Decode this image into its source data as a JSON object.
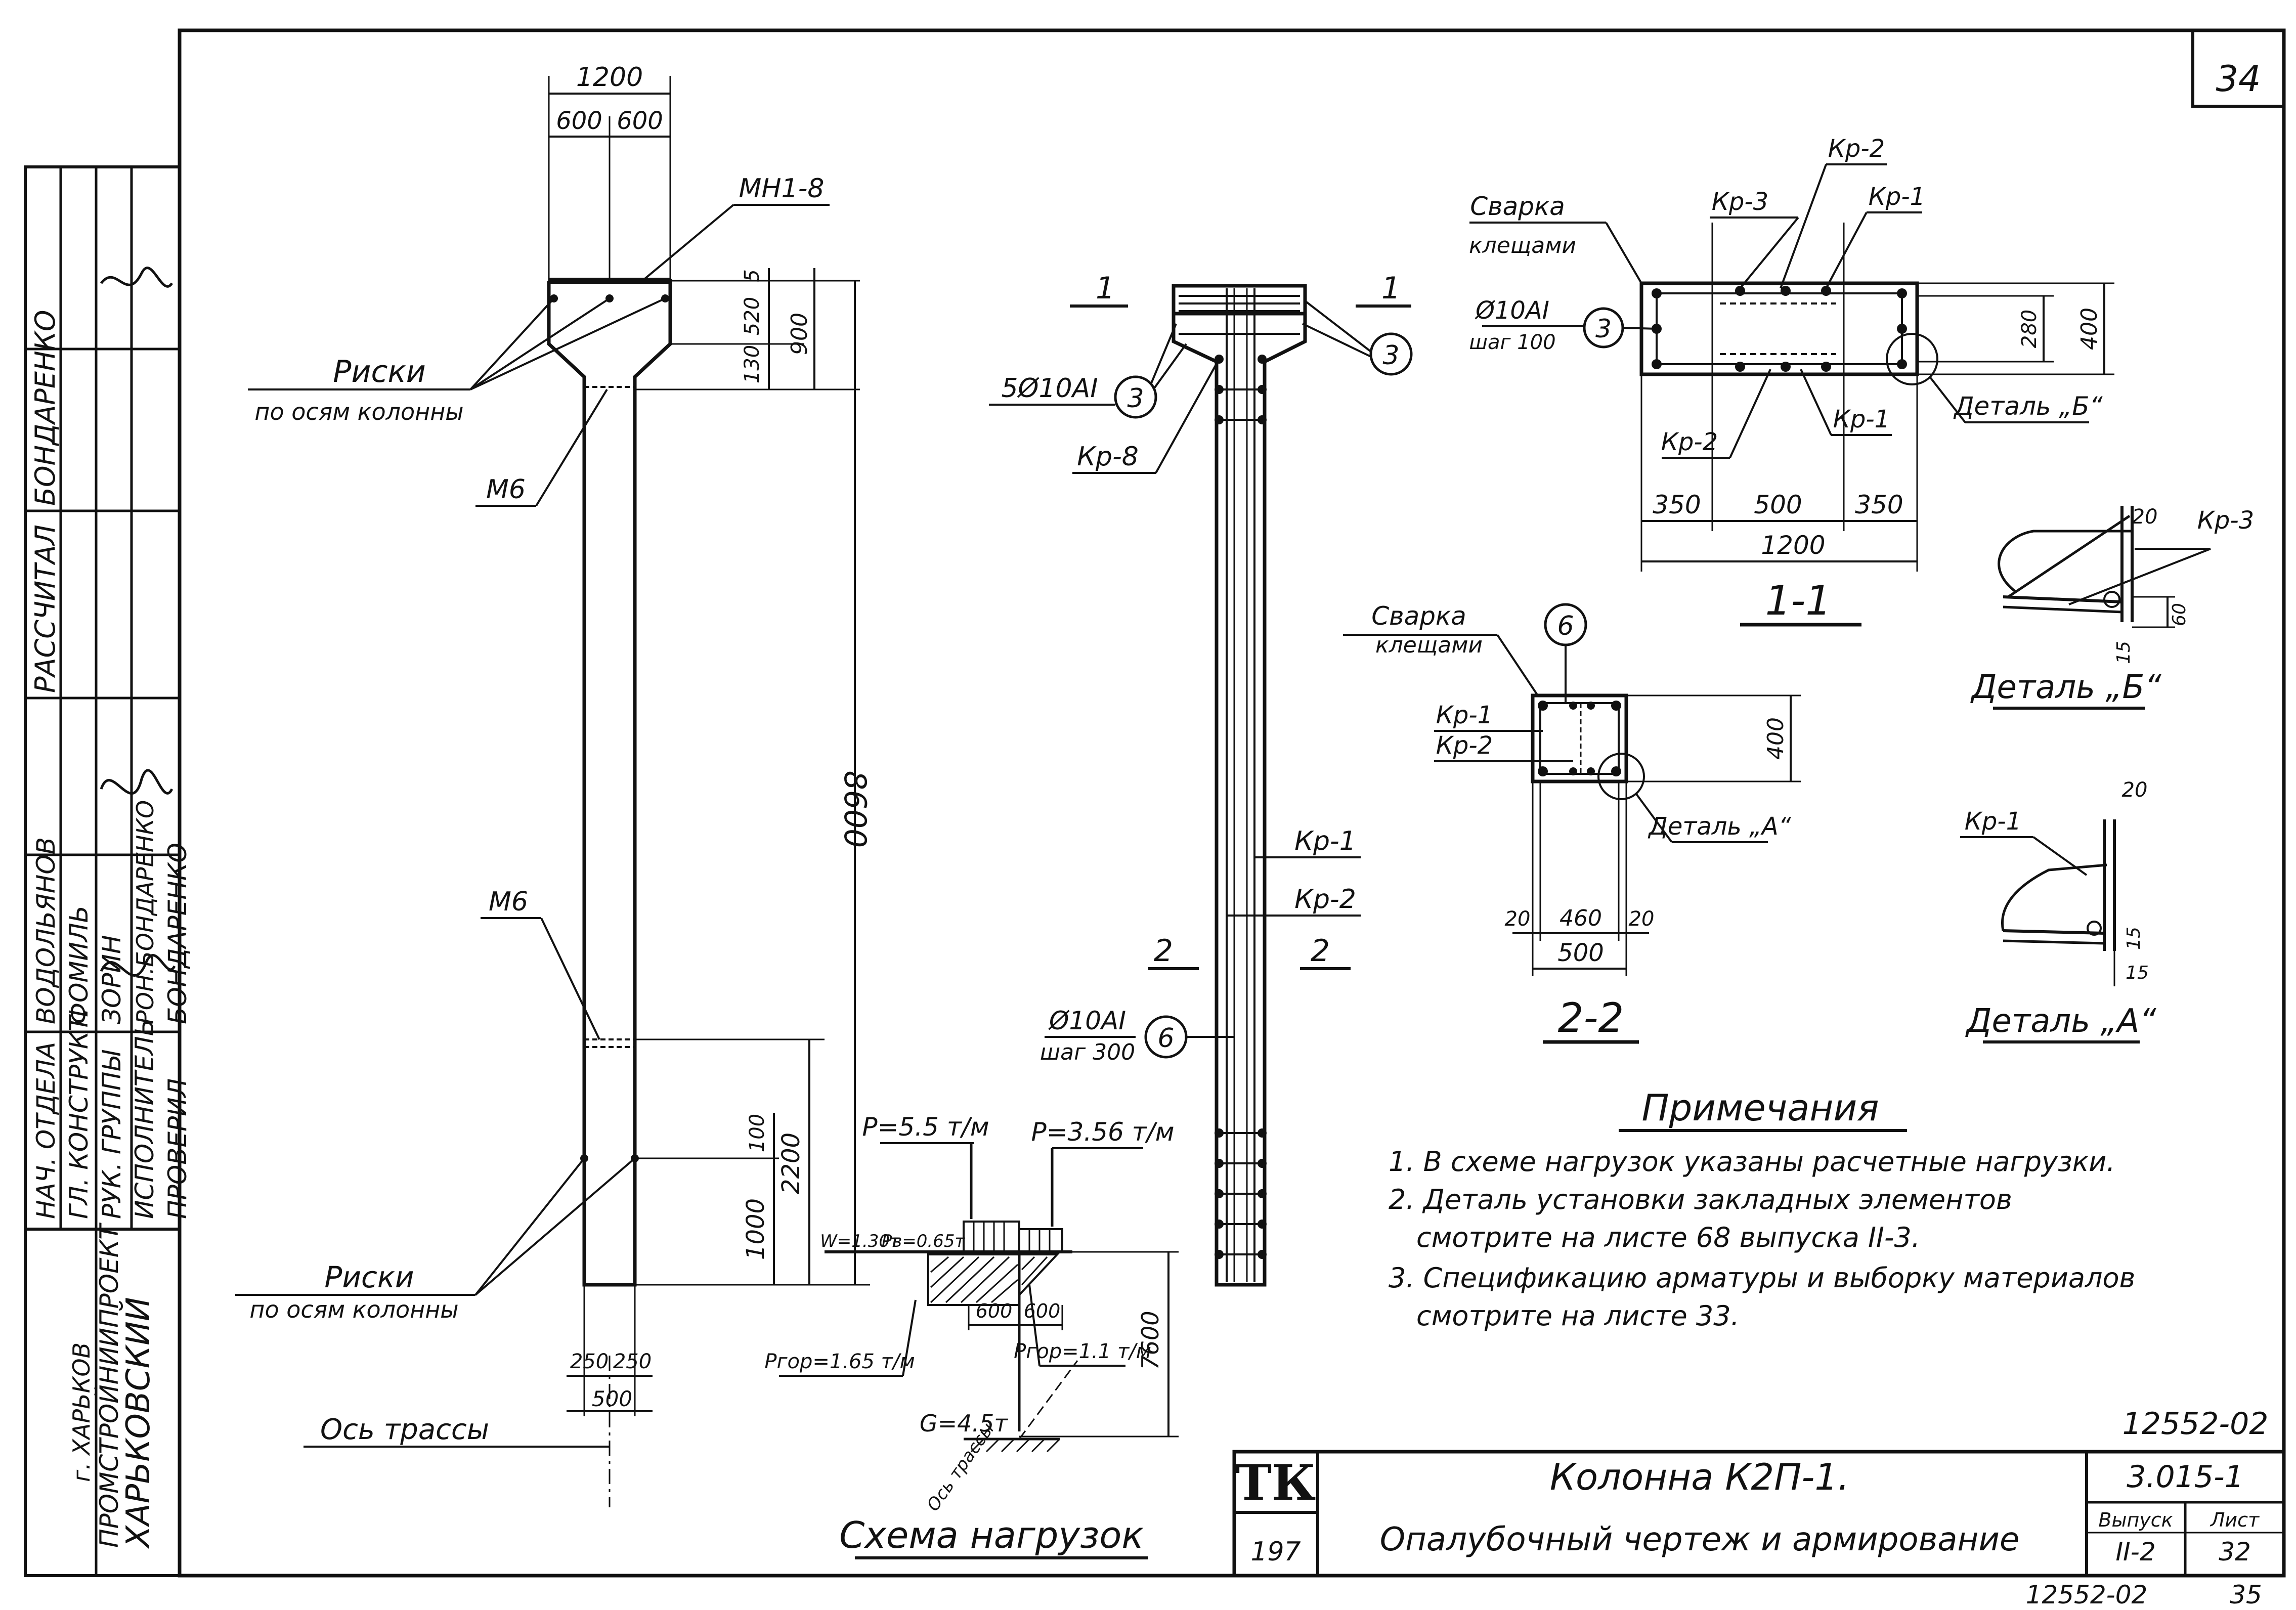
{
  "sheet": {
    "top_number": "34",
    "bottom_code": "12552-02",
    "bottom_sheet": "35"
  },
  "org": {
    "line1": "ХАРЬКОВСКИЙ",
    "line2": "ПРОМСТРОЙНИИПРОЕКТ",
    "line3": "г. ХАРЬКОВ"
  },
  "stamp_rows": [
    {
      "role": "НАЧ. ОТДЕЛА",
      "name": "ВОДОЛЬЯНОВ"
    },
    {
      "role": "ГЛ. КОНСТРУКТ.",
      "name": "ФОМИЛЬ"
    },
    {
      "role": "РУК. ГРУППЫ",
      "name": "ЗОРИН"
    },
    {
      "role": "ИСПОЛНИТЕЛЬ",
      "name": "РОН.БОНДАРЕНКО"
    },
    {
      "role": "ПРОВЕРИЛ",
      "name": "БОНДАРЕНКО"
    }
  ],
  "stamp_upper": [
    {
      "role": "РАССЧИТАЛ",
      "name": "БОНДАРЕНКО"
    }
  ],
  "title_block": {
    "logo": "ТК",
    "year": "197",
    "title1": "Колонна К2П-1.",
    "title2": "Опалубочный чертеж и армирование",
    "code": "12552-02",
    "series": "3.015-1",
    "issue_label": "Выпуск",
    "issue": "II-2",
    "sheet_label": "Лист",
    "sheet": "32"
  },
  "elevation": {
    "dim_total_width": "1200",
    "dim_half_left": "600",
    "dim_half_right": "600",
    "embedded_top": "МН1-8",
    "dim_5": "5",
    "dim_520": "520",
    "dim_900": "900",
    "dim_130": "130",
    "marks_top": "Риски",
    "marks_top_sub": "по осям колонны",
    "m6_top": "М6",
    "dim_8600": "8600",
    "m6_bottom": "М6",
    "dim_100": "100",
    "dim_2200": "2200",
    "dim_1000": "1000",
    "marks_bottom": "Риски",
    "marks_bottom_sub": "по осям колонны",
    "dim_250a": "250",
    "dim_250b": "250",
    "dim_500": "500",
    "axis_label": "Ось трассы"
  },
  "rebar_view": {
    "sec1_left": "1",
    "sec1_right": "1",
    "bars_label": "5Ø10АI",
    "pos3a": "3",
    "pos3b": "3",
    "kp8": "Кр-8",
    "kp1": "Кр-1",
    "kp2": "Кр-2",
    "sec2_left": "2",
    "sec2_right": "2",
    "stirrup": "Ø10АI",
    "stirrup_step": "шаг 300",
    "pos6": "6"
  },
  "section11": {
    "weld": "Сварка",
    "weld2": "клещами",
    "kp3": "Кр-3",
    "kp2a": "Кр-2",
    "kp1a": "Кр-1",
    "bar": "Ø10АI",
    "step": "шаг 100",
    "pos3": "3",
    "kp2b": "Кр-2",
    "kp1b": "Кр-1",
    "detail": "Деталь „Б“",
    "dim_280": "280",
    "dim_400": "400",
    "dim_350a": "350",
    "dim_500": "500",
    "dim_350b": "350",
    "dim_1200": "1200",
    "title": "1-1"
  },
  "section22": {
    "weld": "Сварка",
    "weld2": "клещами",
    "pos6": "6",
    "kp1": "Кр-1",
    "kp2": "Кр-2",
    "dim_400": "400",
    "detail": "Деталь „А“",
    "dim_20a": "20",
    "dim_460": "460",
    "dim_20b": "20",
    "dim_500": "500",
    "title": "2-2"
  },
  "detailB": {
    "dim_20": "20",
    "kp3": "Кр-3",
    "dim_60": "60",
    "dim_15": "15",
    "title": "Деталь „Б“"
  },
  "detailA": {
    "dim_20": "20",
    "kp1": "Кр-1",
    "dim_15a": "15",
    "dim_15b": "15",
    "title": "Деталь „А“"
  },
  "load_scheme": {
    "p1": "P=5.5 т/м",
    "p2": "P=3.56 т/м",
    "w": "W=1.30т",
    "pb": "Pв=0.65т",
    "dim_600a": "600",
    "dim_600b": "600",
    "pgor1": "Pгор=1.65 т/м",
    "pgor2": "Pгор=1.1 т/м",
    "dim_7600": "7600",
    "g": "G=4.5т",
    "axis": "Ось трассы",
    "title": "Схема нагрузок"
  },
  "notes": {
    "title": "Примечания",
    "lines": [
      "1. В схеме нагрузок указаны расчетные нагрузки.",
      "2. Деталь установки закладных элементов",
      "смотрите на листе 68 выпуска II-3.",
      "3. Спецификацию арматуры и выборку материалов",
      "смотрите на листе 33."
    ]
  }
}
